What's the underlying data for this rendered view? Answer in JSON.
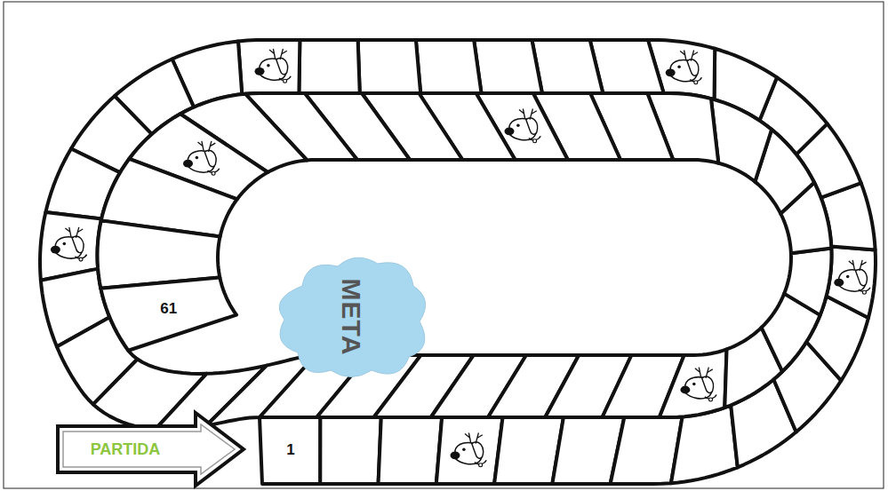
{
  "diagram": {
    "nodes": [
      {
        "text": [
          "META"
        ]
      },
      {
        "text": [
          "61"
        ]
      },
      {
        "text": [
          "PARTIDA"
        ]
      },
      {
        "text": [
          "1"
        ]
      }
    ]
  }
}
